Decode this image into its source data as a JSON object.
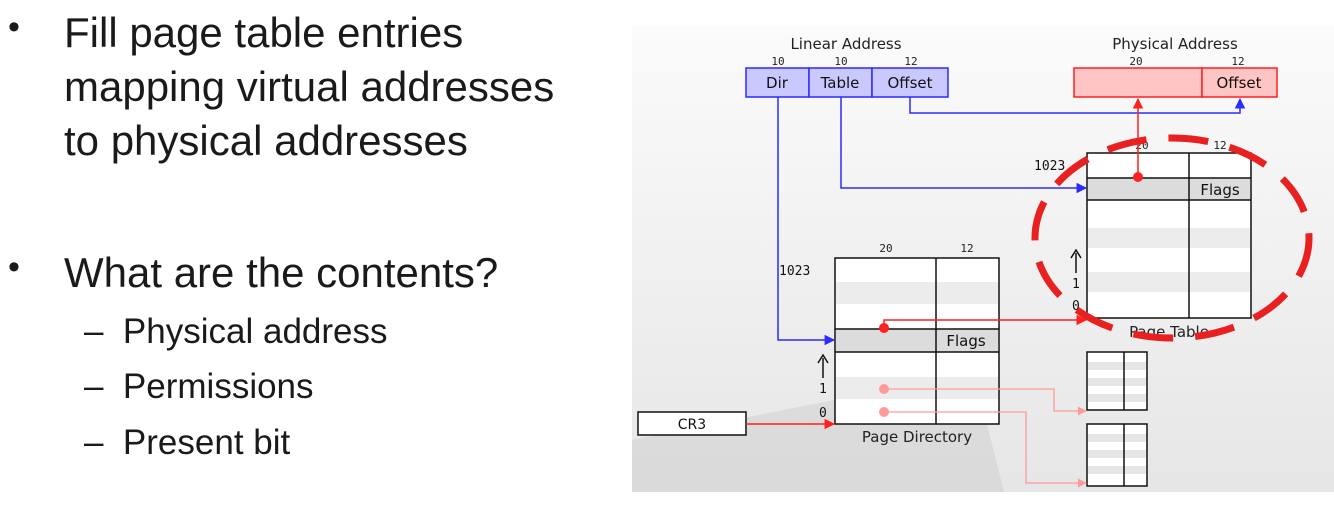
{
  "slide": {
    "bullets": [
      {
        "lines": [
          "Fill page table entries",
          "mapping virtual addresses",
          "to physical addresses"
        ]
      },
      {
        "lines": [
          "What are the contents?"
        ],
        "subitems": [
          "Physical address",
          "Permissions",
          "Present bit"
        ]
      }
    ]
  },
  "diagram": {
    "linear_address": {
      "title": "Linear Address",
      "fields": [
        {
          "label": "Dir",
          "bits": "10"
        },
        {
          "label": "Table",
          "bits": "10"
        },
        {
          "label": "Offset",
          "bits": "12"
        }
      ]
    },
    "physical_address": {
      "title": "Physical Address",
      "bits_left": "20",
      "bits_right": "12",
      "offset_label": "Offset"
    },
    "page_table": {
      "caption": "Page Table",
      "index_top": "1023",
      "index_one": "1",
      "index_zero": "0",
      "bits_left": "20",
      "bits_right": "12",
      "flags": "Flags"
    },
    "page_directory": {
      "caption": "Page Directory",
      "index_top": "1023",
      "index_one": "1",
      "index_zero": "0",
      "bits_left": "20",
      "bits_right": "12",
      "flags": "Flags"
    },
    "cr3_label": "CR3",
    "colors": {
      "blue": "#2b2bff",
      "red": "#ff2020",
      "highlight": "#e82020"
    }
  }
}
